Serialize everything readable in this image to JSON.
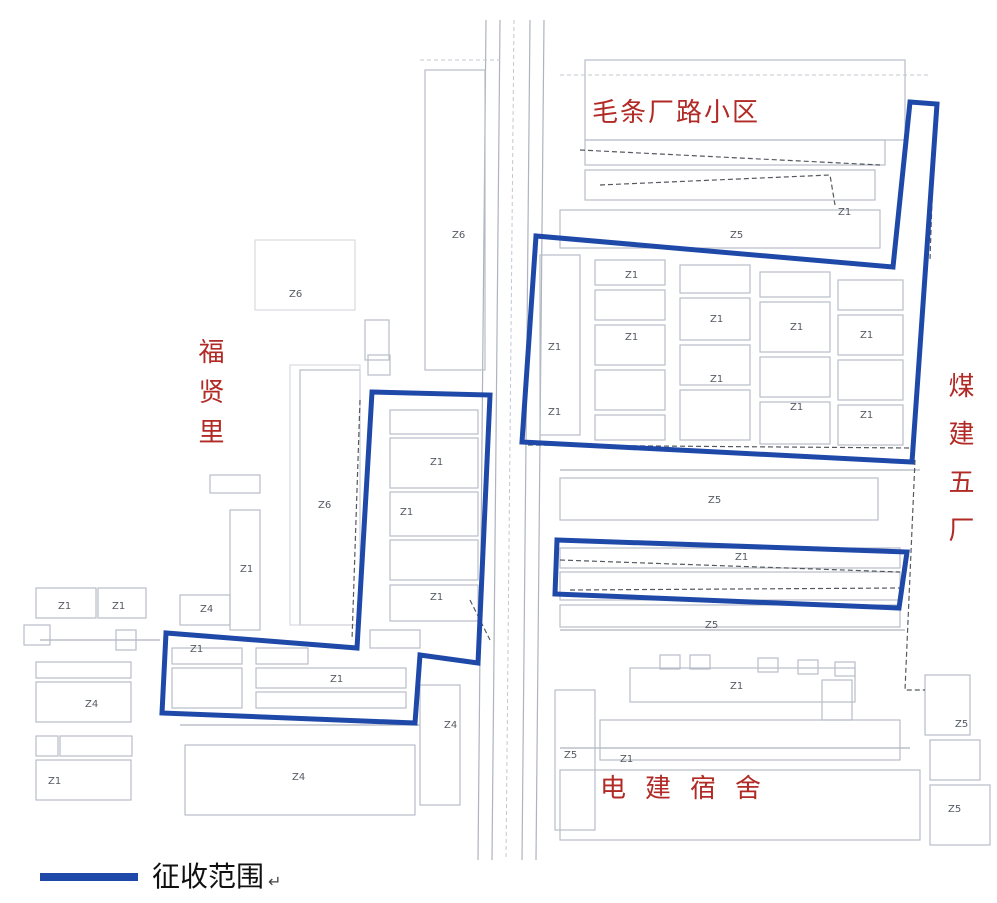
{
  "map": {
    "labels": {
      "maotiao": "毛条厂路小区",
      "fuxianli": "福贤里",
      "meijian": "煤建五厂",
      "dianjian": "电建宿舍"
    },
    "building_codes": [
      "Z1",
      "Z4",
      "Z5",
      "Z6"
    ],
    "legend": {
      "label": "征收范围",
      "mark": "↵",
      "color": "#1f49a8"
    },
    "colors": {
      "boundary": "#1f49a8",
      "area_label": "#b22a25",
      "building_outline": "#b8bdc8"
    }
  }
}
